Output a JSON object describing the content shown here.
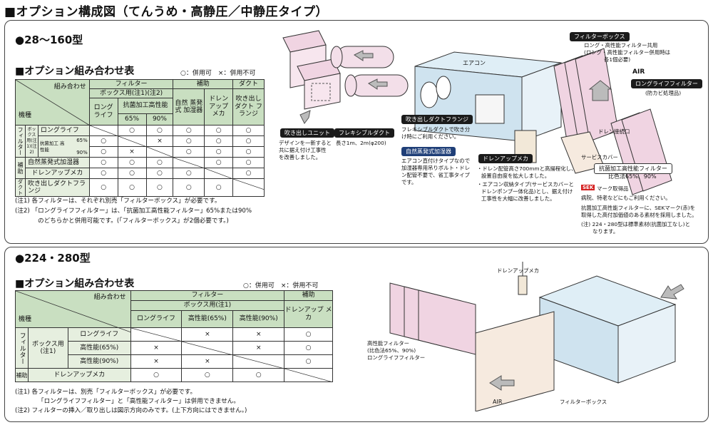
{
  "title": "■オプション構成図（てんうめ・高静圧／中静圧タイプ）",
  "legend": "○：併用可　×：併用不可",
  "s1": {
    "model": "●28～160型",
    "table_title": "■オプション組み合わせ表",
    "h_kumiawase": "組み合わせ",
    "h_kishu": "機種",
    "h_filter": "フィルター",
    "h_hojo": "補助",
    "h_duct": "ダクト",
    "h_box": "ボックス用(注1)(注2)",
    "h_long": "ロング ライフ",
    "h_kou": "抗菌加工高性能",
    "h_65": "65%",
    "h_90": "90%",
    "h_shizen": "自然 蒸発式 加湿器",
    "h_drain": "ドレン アップ メカ",
    "h_fuki": "吹き出し ダクト フランジ",
    "g_filter": "フィルター",
    "g_box": "ボックス用(注1)(注2)",
    "g_hojo": "補助",
    "g_duct": "ダクト",
    "r_long": "ロングライフ",
    "r_kou": "抗菌加工 高性能",
    "r_65": "65%",
    "r_90": "90%",
    "r_shizen": "自然蒸発式加湿器",
    "r_drain": "ドレンアップメカ",
    "r_fuki": "吹き出しダクトフランジ",
    "rows": [
      [
        "",
        "○",
        "○",
        "○",
        "○",
        "○"
      ],
      [
        "○",
        "",
        "×",
        "○",
        "○",
        "○"
      ],
      [
        "○",
        "×",
        "",
        "○",
        "○",
        "○"
      ],
      [
        "○",
        "○",
        "○",
        "",
        "○",
        "○"
      ],
      [
        "○",
        "○",
        "○",
        "○",
        "",
        "○"
      ],
      [
        "○",
        "○",
        "○",
        "○",
        "○",
        ""
      ]
    ],
    "note1": "(注1) 各フィルターは、それぞれ別売「フィルターボックス」が必要です。",
    "note2a": "(注2) 「ロングライフフィルター」は、「抗菌加工高性能フィルター」65%または90%",
    "note2b": "のどちらかと併用可能です。(「フィルターボックス」が2個必要です。)"
  },
  "s2": {
    "model": "●224・280型",
    "table_title": "■オプション組み合わせ表",
    "h_kumiawase": "組み合わせ",
    "h_kishu": "機種",
    "h_filter": "フィルター",
    "h_hojo": "補助",
    "h_box": "ボックス用(注1)",
    "h_long": "ロングライフ",
    "h_65": "高性能(65%)",
    "h_90": "高性能(90%)",
    "h_drain": "ドレンアップ メカ",
    "g_filter": "フィルター",
    "g_box": "ボックス用 (注1)",
    "g_hojo": "補助",
    "r_long": "ロングライフ",
    "r_65": "高性能(65%)",
    "r_90": "高性能(90%)",
    "r_drain": "ドレンアップメカ",
    "rows": [
      [
        "",
        "×",
        "×",
        "○"
      ],
      [
        "×",
        "",
        "×",
        "○"
      ],
      [
        "×",
        "×",
        "",
        "○"
      ],
      [
        "○",
        "○",
        "○",
        ""
      ]
    ],
    "note1a": "(注1) 各フィルターは、別売「フィルターボックス」が必要です。",
    "note1b": "「ロングライフフィルター」と「高性能フィルター」は併用できません。",
    "note2": "(注2) フィルターの挿入／取り出しは図示方向のみです。(上下方向にはできません。)"
  },
  "diagram1": {
    "filter_box": "フィルターボックス",
    "filter_box_desc1": "ロング・高性能フィルター共用",
    "filter_box_desc2": "(ロング・高性能フィルター併用時は",
    "filter_box_desc3": "各1個必要)",
    "air": "AIR",
    "long_filter": "ロングライフフィルター",
    "long_filter_desc": "(防カビ処理品)",
    "aircon": "エアコン",
    "fuki_unit": "吹き出しユニット",
    "fuki_unit_desc1": "デザインを一新すると",
    "fuki_unit_desc2": "共に据え付け工事性",
    "fuki_unit_desc3": "を改善しました。",
    "flex_duct": "フレキシブルダクト",
    "flex_duct_desc": "長さ1m、2m(φ200)",
    "fuki_flange": "吹き出しダクトフランジ",
    "fuki_flange_desc1": "フレキシブルダクトで吹き分",
    "fuki_flange_desc2": "け時にご利用ください。",
    "humid": "自然蒸発式加湿器",
    "humid_desc1": "エアコン直付けタイプなので",
    "humid_desc2": "加湿器専用吊りボルト・ドレ",
    "humid_desc3": "ン配管不要で、省工事タイプ",
    "humid_desc4": "です。",
    "drain_mecha": "ドレンアップメカ",
    "drain_desc1": "・ドレン配管高さ700mmと高揚程化し、",
    "drain_desc2": "設置自由度を拡大しました。",
    "drain_desc3": "・エアコン収納タイプ(サービスカバーと",
    "drain_desc4": "ドレンポンプ一体化品)とし、据え付け",
    "drain_desc5": "工事性を大幅に改善しました。",
    "drain_port": "ドレン接続口",
    "service_cover": "サービスカバー",
    "ab_filter": "抗菌加工高性能フィルター",
    "ab_filter_desc": "比色法65%、90%",
    "sek": "SEK",
    "sek_label": "マーク取得品",
    "sek_desc1": "病院、特老などにもご利用ください。",
    "sek_desc2": "抗菌加工高性能フィルターに、SEKマーク(赤)を",
    "sek_desc3": "取得した高付加価値のある素材を採用しました。",
    "sek_desc4": "(注) 224・280型は標準素材(抗菌加工なし)と",
    "sek_desc5": "なります。"
  },
  "diagram2": {
    "drain_mecha": "ドレンアップメカ",
    "hp_filter1": "高性能フィルター",
    "hp_filter2": "(比色法65%、90%)",
    "hp_filter3": "ロングライフフィルター",
    "air": "AIR",
    "filter_box": "フィルターボックス"
  },
  "colors": {
    "header_green": "#c9dfc1",
    "row_green": "#e6efdf",
    "callout_blue": "#1f3f78",
    "filter_pink": "#f0d4e2",
    "unit_blue": "#dfeef6"
  }
}
